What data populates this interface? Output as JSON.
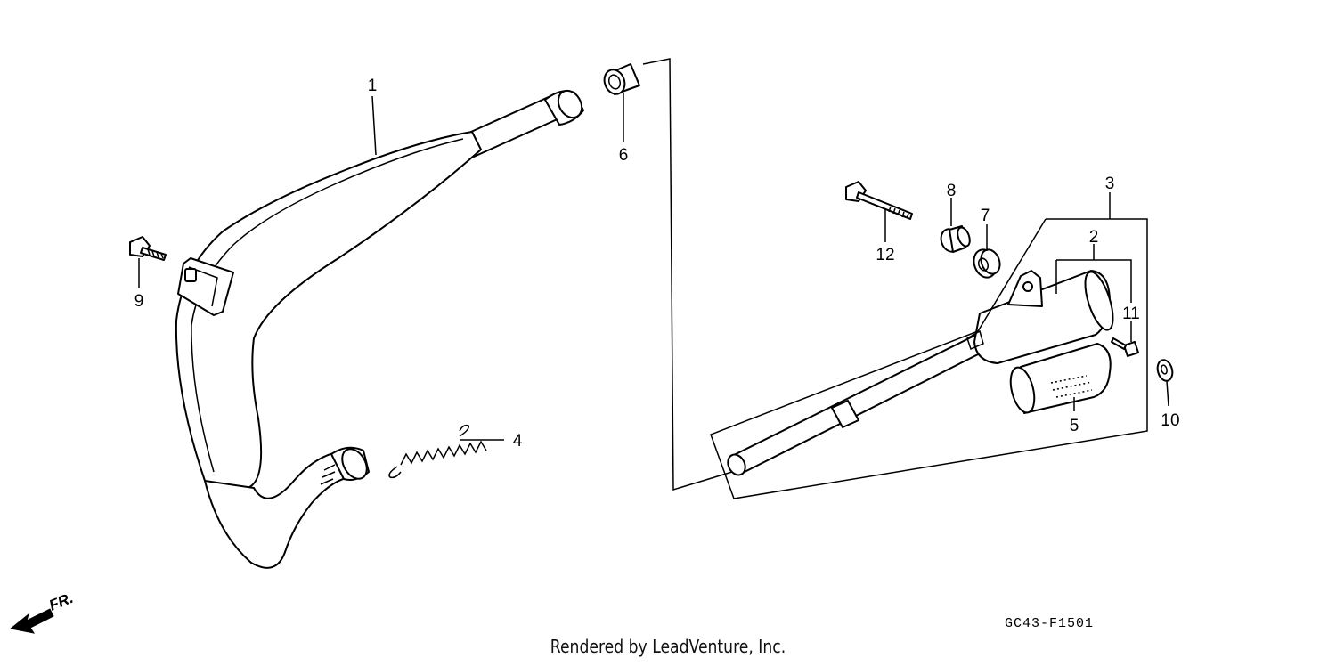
{
  "diagram": {
    "callouts": [
      "1",
      "2",
      "3",
      "4",
      "5",
      "6",
      "7",
      "8",
      "9",
      "10",
      "11",
      "12"
    ],
    "direction_label": "FR.",
    "figure_code": "GC43-F1501"
  },
  "footer": {
    "credit": "Rendered by LeadVenture, Inc."
  }
}
